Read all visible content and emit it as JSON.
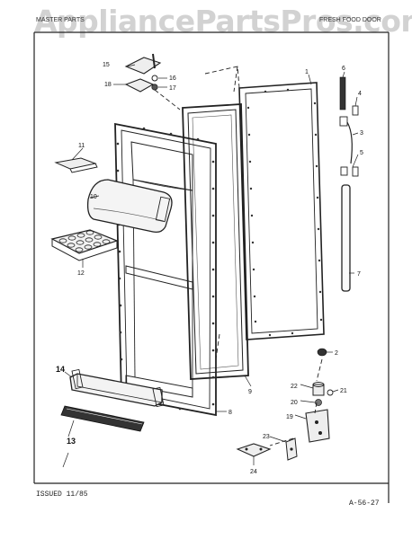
{
  "watermark": "AppliancePartsPros.com",
  "header": {
    "left": "MASTER PARTS",
    "right": "FRESH FOOD DOOR"
  },
  "footer": {
    "issued": "ISSUED 11/85",
    "ref": "A-56-27"
  },
  "callouts": {
    "c1": "1",
    "c2": "2",
    "c3": "3",
    "c4": "4",
    "c5": "5",
    "c6": "6",
    "c7": "7",
    "c8": "8",
    "c9": "9",
    "c10": "10",
    "c11": "11",
    "c12": "12",
    "c13": "13",
    "c14": "14",
    "c15": "15",
    "c16": "16",
    "c17": "17",
    "c18": "18",
    "c19": "19",
    "c20": "20",
    "c21": "21",
    "c22": "22",
    "c23": "23",
    "c24": "24"
  }
}
